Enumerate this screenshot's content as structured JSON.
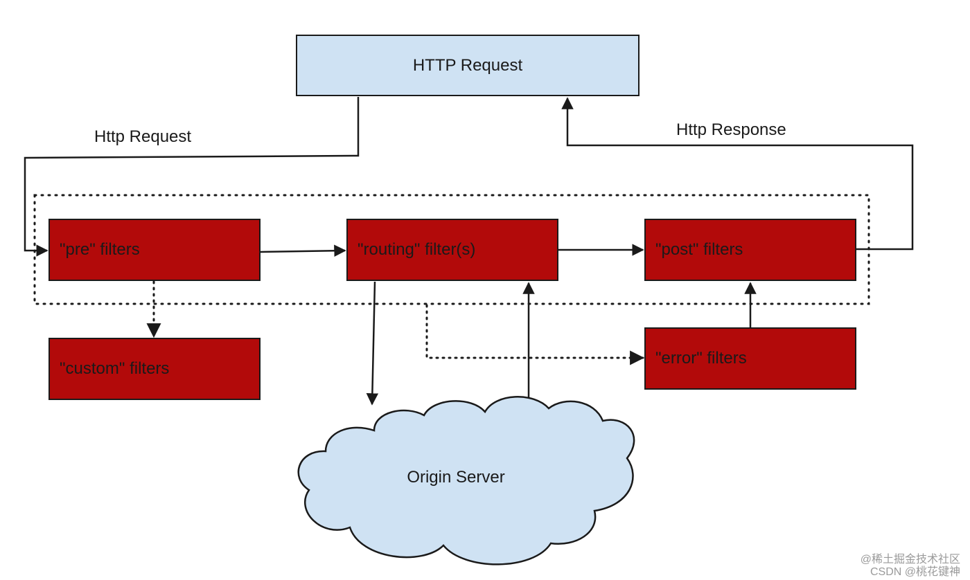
{
  "colors": {
    "filter_fill": "#b20a0a",
    "request_fill": "#cfe2f3",
    "cloud_fill": "#cfe2f3",
    "stroke": "#1a1a1a"
  },
  "nodes": {
    "http_request_box": "HTTP Request",
    "pre_filters": "\"pre\" filters",
    "routing_filters": "\"routing\" filter(s)",
    "post_filters": "\"post\" filters",
    "custom_filters": "\"custom\" filters",
    "error_filters": "\"error\" filters",
    "origin_server": "Origin Server"
  },
  "edges": {
    "request_label": "Http Request",
    "response_label": "Http Response"
  },
  "watermark": {
    "line1": "@稀土掘金技术社区",
    "line2": "CSDN @桃花键神"
  }
}
